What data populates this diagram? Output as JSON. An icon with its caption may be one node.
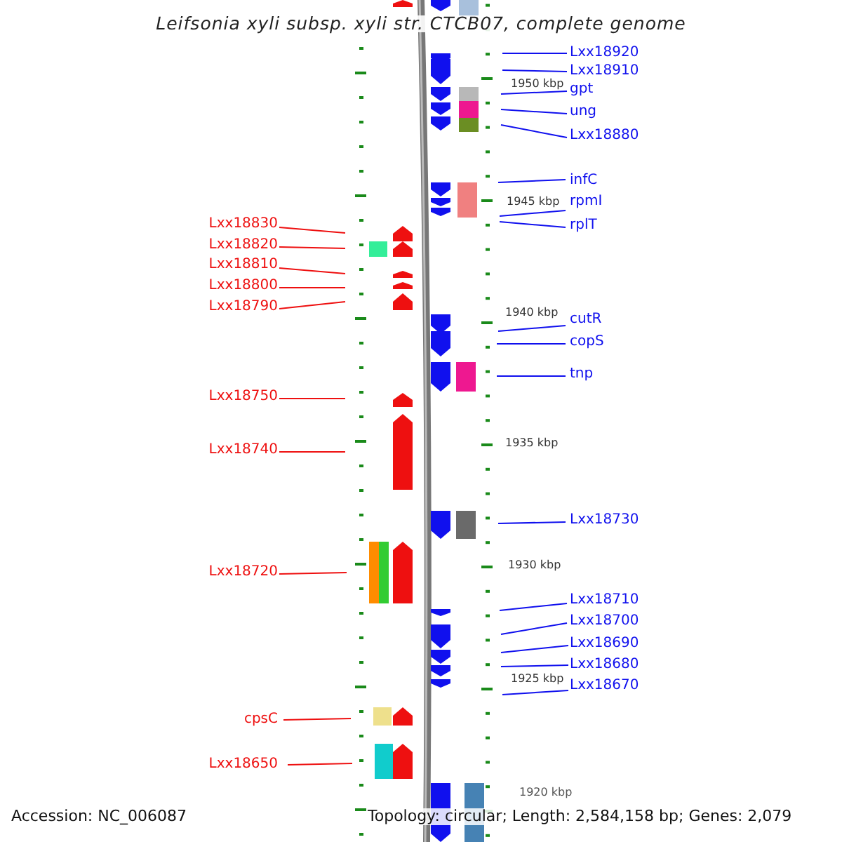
{
  "diagram": {
    "title": "Leifsonia xyli subsp. xyli str. CTCB07, complete genome",
    "nodes": [
      {
        "text": [
          "Lxx18920"
        ]
      },
      {
        "text": [
          "Lxx18910"
        ]
      },
      {
        "text": [
          "gpt"
        ]
      },
      {
        "text": [
          "ung"
        ]
      },
      {
        "text": [
          "Lxx18880"
        ]
      },
      {
        "text": [
          "infC"
        ]
      },
      {
        "text": [
          "rpmI"
        ]
      },
      {
        "text": [
          "rplT"
        ]
      },
      {
        "text": [
          "Lxx18830"
        ]
      },
      {
        "text": [
          "Lxx18820"
        ]
      },
      {
        "text": [
          "Lxx18810"
        ]
      },
      {
        "text": [
          "Lxx18800"
        ]
      },
      {
        "text": [
          "Lxx18790"
        ]
      },
      {
        "text": [
          "cutR"
        ]
      },
      {
        "text": [
          "copS"
        ]
      },
      {
        "text": [
          "tnp"
        ]
      },
      {
        "text": [
          "Lxx18750"
        ]
      },
      {
        "text": [
          "Lxx18740"
        ]
      },
      {
        "text": [
          "Lxx18730"
        ]
      },
      {
        "text": [
          "Lxx18720"
        ]
      },
      {
        "text": [
          "Lxx18710"
        ]
      },
      {
        "text": [
          "Lxx18700"
        ]
      },
      {
        "text": [
          "Lxx18690"
        ]
      },
      {
        "text": [
          "Lxx18680"
        ]
      },
      {
        "text": [
          "Lxx18670"
        ]
      },
      {
        "text": [
          "cpsC"
        ]
      },
      {
        "text": [
          "Lxx18650"
        ]
      }
    ],
    "edges": [
      {
        "from": 0,
        "to": null,
        "arrow": "none"
      },
      {
        "from": 1,
        "to": null,
        "arrow": "none"
      },
      {
        "from": 2,
        "to": null,
        "arrow": "none"
      },
      {
        "from": 3,
        "to": null,
        "arrow": "none"
      },
      {
        "from": 4,
        "to": null,
        "arrow": "none"
      },
      {
        "from": 5,
        "to": null,
        "arrow": "none"
      },
      {
        "from": 6,
        "to": null,
        "arrow": "none"
      },
      {
        "from": 7,
        "to": null,
        "arrow": "none"
      },
      {
        "from": 8,
        "to": null,
        "arrow": "none",
        "color": "#ee1010"
      },
      {
        "from": 9,
        "to": null,
        "arrow": "none",
        "color": "#ee1010"
      },
      {
        "from": 10,
        "to": null,
        "arrow": "none",
        "color": "#ee1010"
      },
      {
        "from": 11,
        "to": null,
        "arrow": "none",
        "color": "#ee1010"
      },
      {
        "from": 12,
        "to": null,
        "arrow": "none",
        "color": "#ee1010"
      },
      {
        "from": 13,
        "to": null,
        "arrow": "none"
      },
      {
        "from": 14,
        "to": null,
        "arrow": "none"
      },
      {
        "from": 15,
        "to": null,
        "arrow": "none"
      },
      {
        "from": 16,
        "to": null,
        "arrow": "none",
        "color": "#ee1010"
      },
      {
        "from": 17,
        "to": null,
        "arrow": "none",
        "color": "#ee1010"
      },
      {
        "from": 18,
        "to": null,
        "arrow": "none"
      },
      {
        "from": 19,
        "to": null,
        "arrow": "none",
        "color": "#ee1010"
      },
      {
        "from": 20,
        "to": null,
        "arrow": "none"
      },
      {
        "from": 21,
        "to": null,
        "arrow": "none"
      },
      {
        "from": 22,
        "to": null,
        "arrow": "none"
      },
      {
        "from": 23,
        "to": null,
        "arrow": "none"
      },
      {
        "from": 24,
        "to": null,
        "arrow": "none"
      },
      {
        "from": 25,
        "to": null,
        "arrow": "none",
        "color": "#ee1010"
      },
      {
        "from": 26,
        "to": null,
        "arrow": "none",
        "color": "#ee1010"
      }
    ],
    "labels": [
      "1950 kbp",
      "1945 kbp",
      "1940 kbp",
      "1935 kbp",
      "1930 kbp",
      "1925 kbp",
      "1920 kbp",
      "Accession: NC_006087",
      "Topology: circular; Length: 2,584,158 bp; Genes: 2,079"
    ]
  }
}
